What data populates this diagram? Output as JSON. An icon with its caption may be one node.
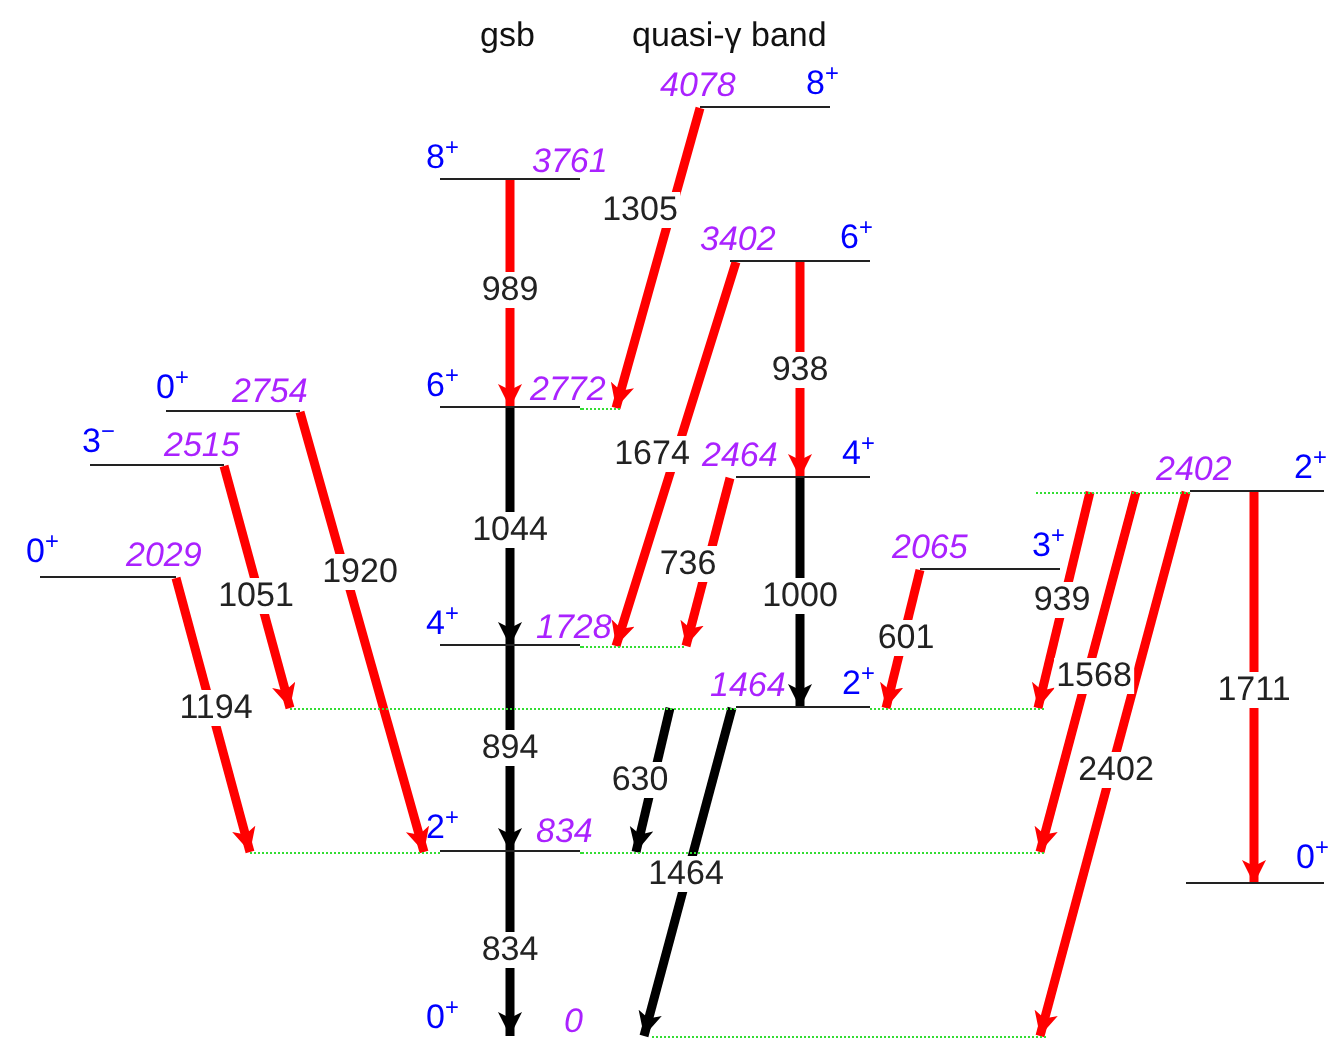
{
  "diagram": {
    "nodes": [
      {
        "text": [
          "4078",
          "8$^{+}$"
        ]
      },
      {
        "text": [
          "8$^{+}$",
          "3761"
        ]
      },
      {
        "text": [
          "3402",
          "6$^{+}$"
        ]
      },
      {
        "text": [
          "6$^{+}$",
          "2772"
        ]
      },
      {
        "text": [
          "0$^{+}$",
          "2754"
        ]
      },
      {
        "text": [
          "3$^{−}$",
          "2515"
        ]
      },
      {
        "text": [
          "2464",
          "4$^{+}$"
        ]
      },
      {
        "text": [
          "2402",
          "2$^{+}$"
        ]
      },
      {
        "text": [
          "2065",
          "3$^{+}$"
        ]
      },
      {
        "text": [
          "0$^{+}$",
          "2029"
        ]
      },
      {
        "text": [
          "4$^{+}$",
          "1728"
        ]
      },
      {
        "text": [
          "1464",
          "2$^{+}$"
        ]
      },
      {
        "text": [
          "2$^{+}$",
          "834"
        ]
      },
      {
        "text": [
          "0$^{+}$"
        ]
      },
      {
        "text": [
          "0$^{+}$",
          "0"
        ]
      }
    ],
    "edges": [
      {
        "from": 0,
        "to": 3,
        "arrow": "to",
        "label": "1305"
      },
      {
        "from": 1,
        "to": 3,
        "arrow": "to",
        "label": "989"
      },
      {
        "from": 2,
        "to": 10,
        "arrow": "to",
        "label": "1674"
      },
      {
        "from": 2,
        "to": 6,
        "arrow": "to",
        "label": "938"
      },
      {
        "from": 4,
        "to": 12,
        "arrow": "to",
        "label": "1920"
      },
      {
        "from": 3,
        "to": 10,
        "arrow": "to",
        "label": "1044",
        "color": "#000000"
      },
      {
        "from": 5,
        "to": 11,
        "arrow": "to",
        "label": "1051"
      },
      {
        "from": 6,
        "to": 10,
        "arrow": "to",
        "label": "736"
      },
      {
        "from": 6,
        "to": 11,
        "arrow": "to",
        "label": "1000",
        "color": "#000000"
      },
      {
        "from": 7,
        "to": 11,
        "arrow": "to",
        "label": "939"
      },
      {
        "from": 7,
        "to": 12,
        "arrow": "to",
        "label": "1568"
      },
      {
        "from": 7,
        "to": 14,
        "arrow": "to",
        "label": "2402"
      },
      {
        "from": 7,
        "to": 13,
        "arrow": "to",
        "label": "1711"
      },
      {
        "from": 8,
        "to": 11,
        "arrow": "to",
        "label": "601"
      },
      {
        "from": 9,
        "to": 12,
        "arrow": "to",
        "label": "1194"
      },
      {
        "from": 10,
        "to": 12,
        "arrow": "to",
        "label": "894",
        "color": "#000000"
      },
      {
        "from": 11,
        "to": 12,
        "arrow": "to",
        "label": "630",
        "color": "#000000"
      },
      {
        "from": 11,
        "to": 14,
        "arrow": "to",
        "label": "1464",
        "color": "#000000"
      },
      {
        "from": 12,
        "to": 14,
        "arrow": "to",
        "label": "834",
        "color": "#000000"
      }
    ],
    "labels": [
      "gsb",
      "quasi-γ band"
    ]
  }
}
